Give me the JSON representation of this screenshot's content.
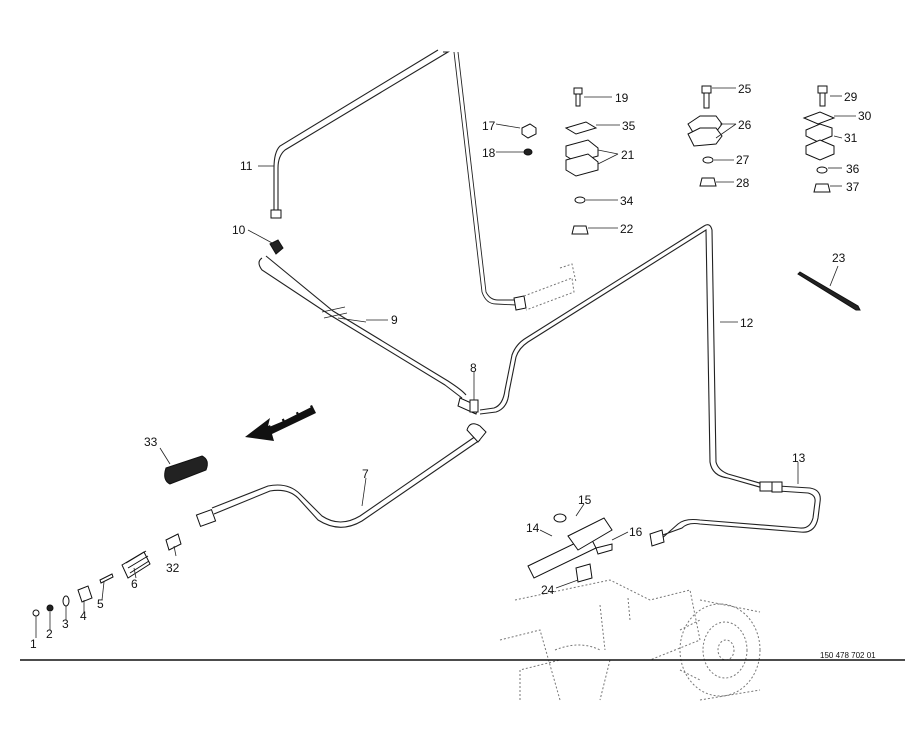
{
  "drawing": {
    "part_labels": [
      "1",
      "2",
      "3",
      "4",
      "5",
      "6",
      "7",
      "8",
      "9",
      "10",
      "11",
      "12",
      "13",
      "14",
      "15",
      "16",
      "17",
      "18",
      "19",
      "21",
      "22",
      "23",
      "24",
      "25",
      "26",
      "27",
      "28",
      "29",
      "30",
      "31",
      "32",
      "33",
      "34",
      "35",
      "36",
      "37"
    ],
    "drawing_number": "150 478 702 01"
  }
}
